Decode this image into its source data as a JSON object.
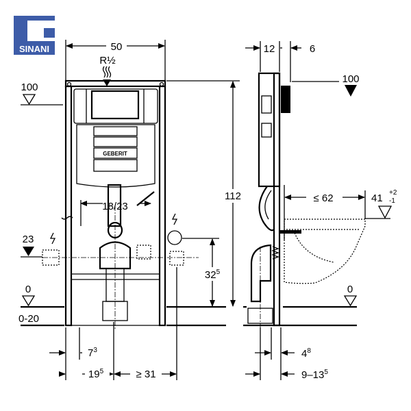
{
  "logo": {
    "text": "SINANI",
    "color": "#3d5ca8"
  },
  "front_view": {
    "width": "50",
    "water_connection": "R½",
    "level_top_left": "100",
    "height_total": "112",
    "flush_bend": "18/23",
    "level_pipe": "23",
    "level_floor_left": "0",
    "floor_range": "0-20",
    "drain_height": {
      "base": "32",
      "sup": "5"
    },
    "cistern_brand": "GEBERIT",
    "bottom_dim_1": {
      "base": "7",
      "sup": "3"
    },
    "bottom_dim_2": {
      "base": "19",
      "sup": "5"
    },
    "bottom_dim_3": "≥ 31"
  },
  "side_view": {
    "depth_top_1": "12",
    "depth_top_2": "6",
    "level_top_right": "100",
    "bowl_projection": "≤ 62",
    "seat_height": {
      "base": "41",
      "plus": "+2",
      "minus": "-1"
    },
    "level_floor_right": "0",
    "bottom_dim_1": {
      "base": "4",
      "sup": "8"
    },
    "bottom_dim_2": {
      "base": "9–13",
      "sup": "5"
    }
  }
}
